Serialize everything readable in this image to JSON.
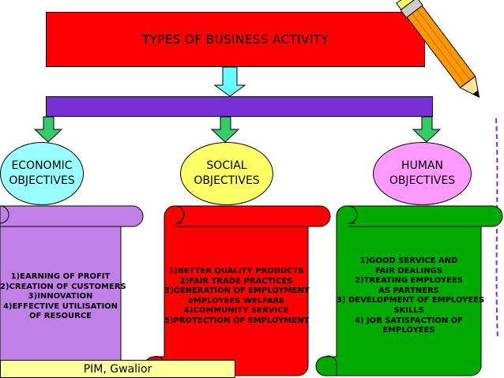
{
  "title": "TYPES OF BUSINESS ACTIVITY",
  "objectives": [
    {
      "heading_lines": [
        "ECONOMIC",
        "OBJECTIVES"
      ],
      "fill": "#99ffff",
      "scroll_color": "#c080e8",
      "items": [
        "1)EARNING OF PROFIT",
        "2)CREATION OF CUSTOMERS",
        "3)INNOVATION",
        "4)EFFECTIVE UTILISATION",
        "OF RESOURCE"
      ]
    },
    {
      "heading_lines": [
        "SOCIAL",
        "OBJECTIVES"
      ],
      "fill": "#ffff66",
      "scroll_color": "#ff0000",
      "items": [
        "1)BETTER QUALITY PRODUCTS",
        "2)FAIR TRADE PRACTICES",
        "3)GENERATION OF EMPLOYMENT",
        "EMPLOYEES WELFARE",
        "4)COMMUNITY SERVICE",
        "5)PROTECTION OF EMPLOYMENT"
      ]
    },
    {
      "heading_lines": [
        "HUMAN",
        "OBJECTIVES"
      ],
      "fill": "#ff99ff",
      "scroll_color": "#00aa00",
      "items": [
        "1)GOOD SERVICE AND",
        "FAIR DEALINGS",
        "2)TREATING EMPLOYEES",
        "AS PARTNERS",
        "3) DEVELOPMENT OF EMPLOYEES",
        "SKILLS",
        "4) JOB SATISFACTION OF",
        "EMPLOYEES"
      ]
    }
  ],
  "footer": "PIM, Gwalior",
  "colors": {
    "title_box": "#ff0000",
    "connector_bar": "#7a2fd6",
    "arrow_cyan": "#66ffff",
    "arrow_green": "#33cc66",
    "footer_box": "#ffff99"
  },
  "decoration_icon": "pencil-icon"
}
